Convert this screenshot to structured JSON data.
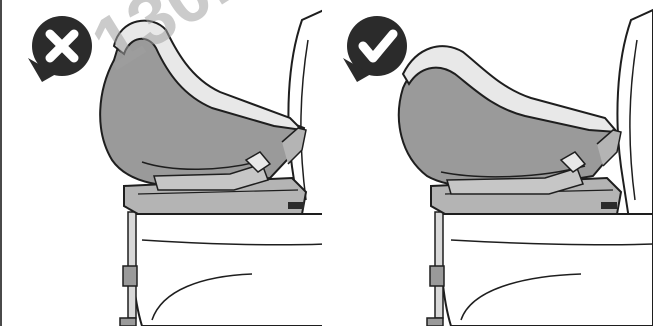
{
  "watermark": {
    "text": "130."
  },
  "panels": [
    {
      "status": "incorrect",
      "icon": "cross-icon",
      "badge_color": "#2b2b2b"
    },
    {
      "status": "correct",
      "icon": "check-icon",
      "badge_color": "#2b2b2b"
    }
  ],
  "colors": {
    "shell": "#9a9a9a",
    "padding": "#e8e8e8",
    "base": "#b4b4b4",
    "outline": "#1e1e1e",
    "car_seat": "#ffffff"
  }
}
